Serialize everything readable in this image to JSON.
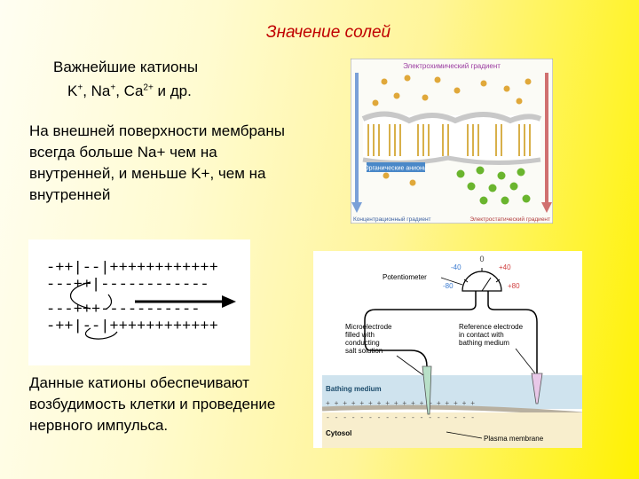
{
  "slide": {
    "title": "Значение солей",
    "cations_heading": "Важнейшие катионы",
    "cations_prefix": "K",
    "cations_mid1": ", Na",
    "cations_mid2": ", Ca",
    "cations_suffix": " и др.",
    "sup_plus": "+",
    "sup_2plus": "2+",
    "paragraph1": "На внешней поверхности мембраны всегда больше Na+ чем на внутренней, и меньше K+, чем на внутренней",
    "paragraph2": "Данные катионы обеспечивают возбудимость клетки и проведение нервного импульса."
  },
  "electrochem_figure": {
    "title": "Электрохимический градиент",
    "organic_anions_label": "Органические анионы",
    "concentration_gradient_label": "Концентрационный градиент",
    "electrostatic_gradient_label": "Электростатический градиент"
  },
  "charge_diagram": {
    "row1": "-++|--|++++++++++++",
    "row2": "---++|------------",
    "row3": "---+++-----------",
    "row4": "-++|--|++++++++++++"
  },
  "microelectrode_figure": {
    "potentiometer_label": "Potentiometer",
    "scale_0": "0",
    "scale_neg40": "-40",
    "scale_pos40": "+40",
    "scale_neg80": "-80",
    "scale_pos80": "+80",
    "microelectrode_label_1": "Microelectrode",
    "microelectrode_label_2": "filled with",
    "microelectrode_label_3": "conducting",
    "microelectrode_label_4": "salt solution",
    "reference_label_1": "Reference electrode",
    "reference_label_2": "in contact with",
    "reference_label_3": "bathing medium",
    "bathing_medium_label": "Bathing medium",
    "cytosol_label": "Cytosol",
    "plasma_membrane_label": "Plasma membrane"
  },
  "colors": {
    "title_red": "#c00000",
    "membrane_yellow": "#d8b04a",
    "anion_green": "#6ab52e",
    "arrow_blue": "#7aa0d8",
    "arrow_red": "#d07070"
  }
}
